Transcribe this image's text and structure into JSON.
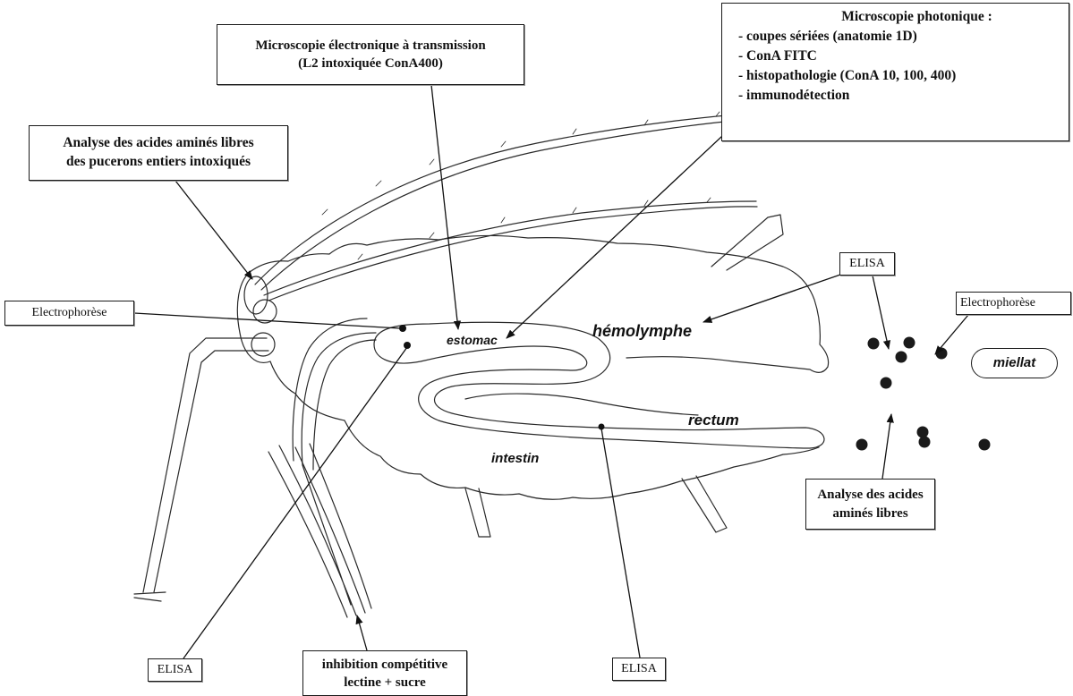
{
  "diagram": {
    "labels": {
      "tem": {
        "line1": "Microscopie électronique à transmission",
        "line2": "(L2 intoxiquée ConA400)"
      },
      "photon": {
        "title": "Microscopie photonique :",
        "items": [
          "- coupes sériées (anatomie 1D)",
          "- ConA FITC",
          "- histopathologie (ConA 10, 100, 400)",
          "- immunodétection"
        ]
      },
      "amino_whole": {
        "line1": "Analyse des acides aminés libres",
        "line2": "des pucerons entiers intoxiqués"
      },
      "electrophoresis_left": "Electrophorèse",
      "elisa_honeydew": "ELISA",
      "electrophoresis_right": "Electrophorèse",
      "honeydew": "miellat",
      "amino_honeydew": {
        "line1": "Analyse des acides",
        "line2": "aminés libres"
      },
      "elisa_stomach": "ELISA",
      "competitive_inhibition": {
        "line1": "inhibition compétitive",
        "line2": "lectine + sucre"
      },
      "elisa_gut": "ELISA"
    },
    "organs": {
      "hemolymph": "hémolymphe",
      "stomach": "estomac",
      "rectum": "rectum",
      "intestine": "intestin"
    }
  }
}
